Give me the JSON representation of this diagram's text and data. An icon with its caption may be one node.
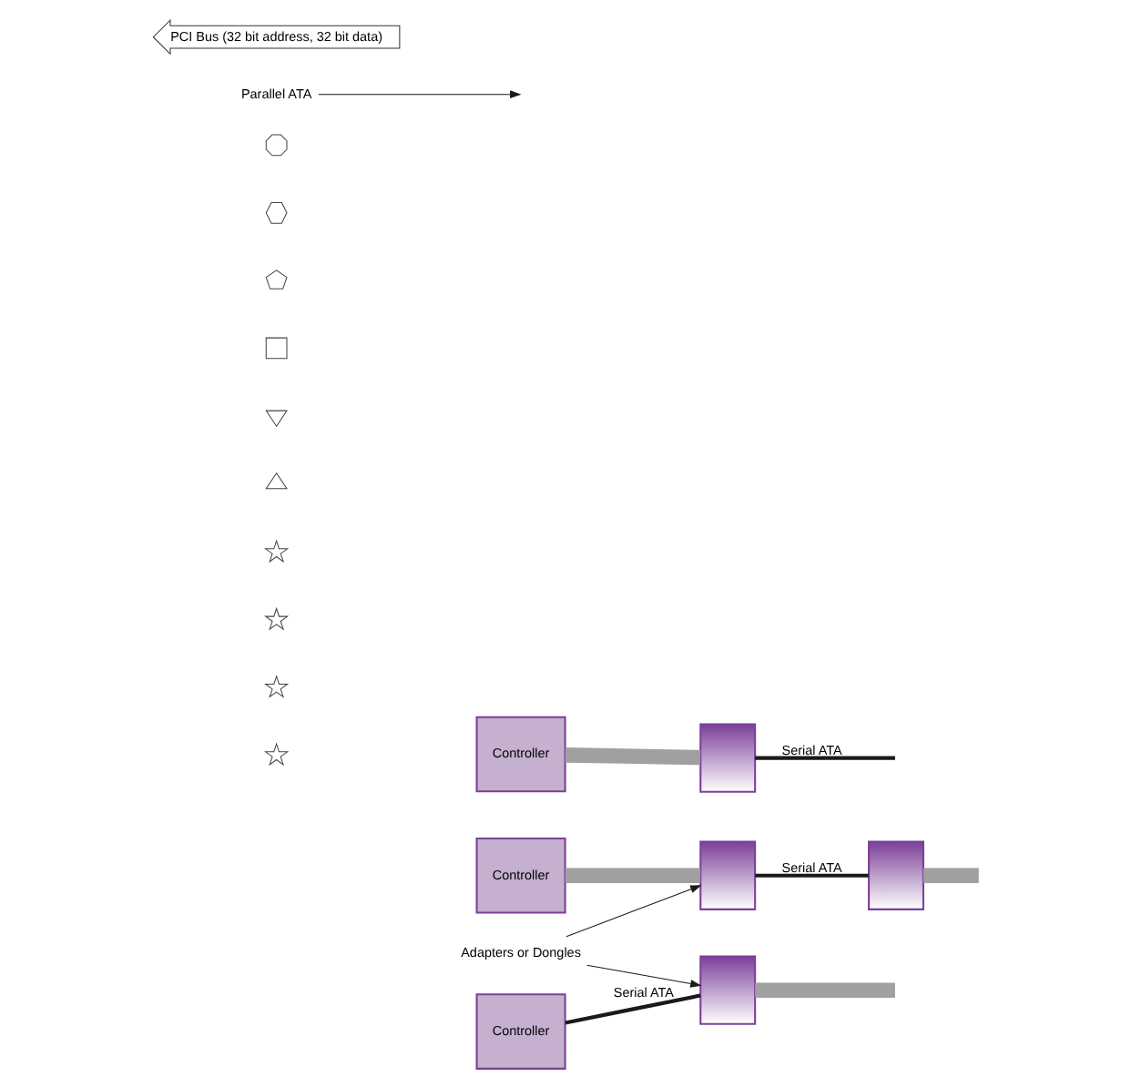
{
  "diagram": {
    "nodes": [
      {
        "text": [
          "Controller"
        ]
      },
      {
        "text": [],
        "shape": "box"
      },
      {
        "text": [
          "Controller"
        ]
      },
      {
        "text": [],
        "shape": "box"
      },
      {
        "text": [],
        "shape": "box"
      },
      {
        "text": [
          "Controller"
        ]
      },
      {
        "text": [],
        "shape": "box"
      },
      {
        "text": [
          "Parallel ATA"
        ]
      },
      {
        "text": [
          "Adapters or Dongles"
        ]
      },
      {
        "text": [
          "PCI Bus (32 bit address, 32 bit data)"
        ]
      },
      {
        "text": [],
        "shape": "octagon"
      },
      {
        "text": [],
        "shape": "hexagon"
      },
      {
        "text": [],
        "shape": "pentagon"
      },
      {
        "text": [],
        "shape": "square"
      },
      {
        "text": [],
        "shape": "inverted-triangle"
      },
      {
        "text": [],
        "shape": "triangle"
      },
      {
        "text": [],
        "shape": "star"
      },
      {
        "text": [],
        "shape": "star"
      },
      {
        "text": [],
        "shape": "star"
      },
      {
        "text": [],
        "shape": "star"
      }
    ],
    "edges": [
      {
        "from": 0,
        "to": 1,
        "arrow": "none",
        "style": "thick",
        "color": "#a0a0a0"
      },
      {
        "from": 1,
        "to": null,
        "arrow": "none",
        "label": "Serial ATA"
      },
      {
        "from": 2,
        "to": 3,
        "arrow": "none",
        "style": "thick",
        "color": "#a0a0a0"
      },
      {
        "from": 3,
        "to": 4,
        "arrow": "none",
        "label": "Serial ATA"
      },
      {
        "from": 4,
        "to": null,
        "arrow": "none",
        "style": "thick",
        "color": "#a0a0a0"
      },
      {
        "from": 5,
        "to": 6,
        "arrow": "none",
        "label": "Serial ATA"
      },
      {
        "from": 6,
        "to": null,
        "arrow": "none",
        "style": "thick",
        "color": "#a0a0a0"
      },
      {
        "from": 7,
        "to": null,
        "arrow": "to"
      },
      {
        "from": 8,
        "to": 3,
        "arrow": "to"
      },
      {
        "from": 8,
        "to": 6,
        "arrow": "to"
      }
    ]
  }
}
